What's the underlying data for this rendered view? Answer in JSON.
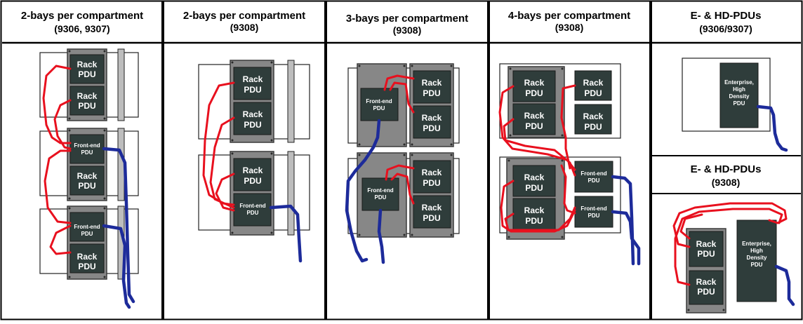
{
  "headers": {
    "col1": {
      "line1": "2-bays per compartment",
      "line2": "(9306, 9307)"
    },
    "col2": {
      "line1": "2-bays per compartment",
      "line2": "(9308)"
    },
    "col3": {
      "line1": "3-bays per compartment",
      "line2": "(9308)"
    },
    "col4": {
      "line1": "4-bays per compartment",
      "line2": "(9308)"
    },
    "col5a": {
      "line1": "E- & HD-PDUs",
      "line2": "(9306/9307)"
    },
    "col5b": {
      "line1": "E- & HD-PDUs",
      "line2": "(9308)"
    }
  },
  "labels": {
    "rack_l1": "Rack",
    "rack_l2": "PDU",
    "fe_l1": "Front-end",
    "fe_l2": "PDU",
    "ent_l1": "Enterprise,",
    "ent_l2": "High",
    "ent_l3": "Density",
    "ent_l4": "PDU"
  },
  "colors": {
    "outlet_cable": "#e8101e",
    "power_cable": "#1d2b9a",
    "module": "#2f3d3b",
    "chassis": "#878787"
  }
}
